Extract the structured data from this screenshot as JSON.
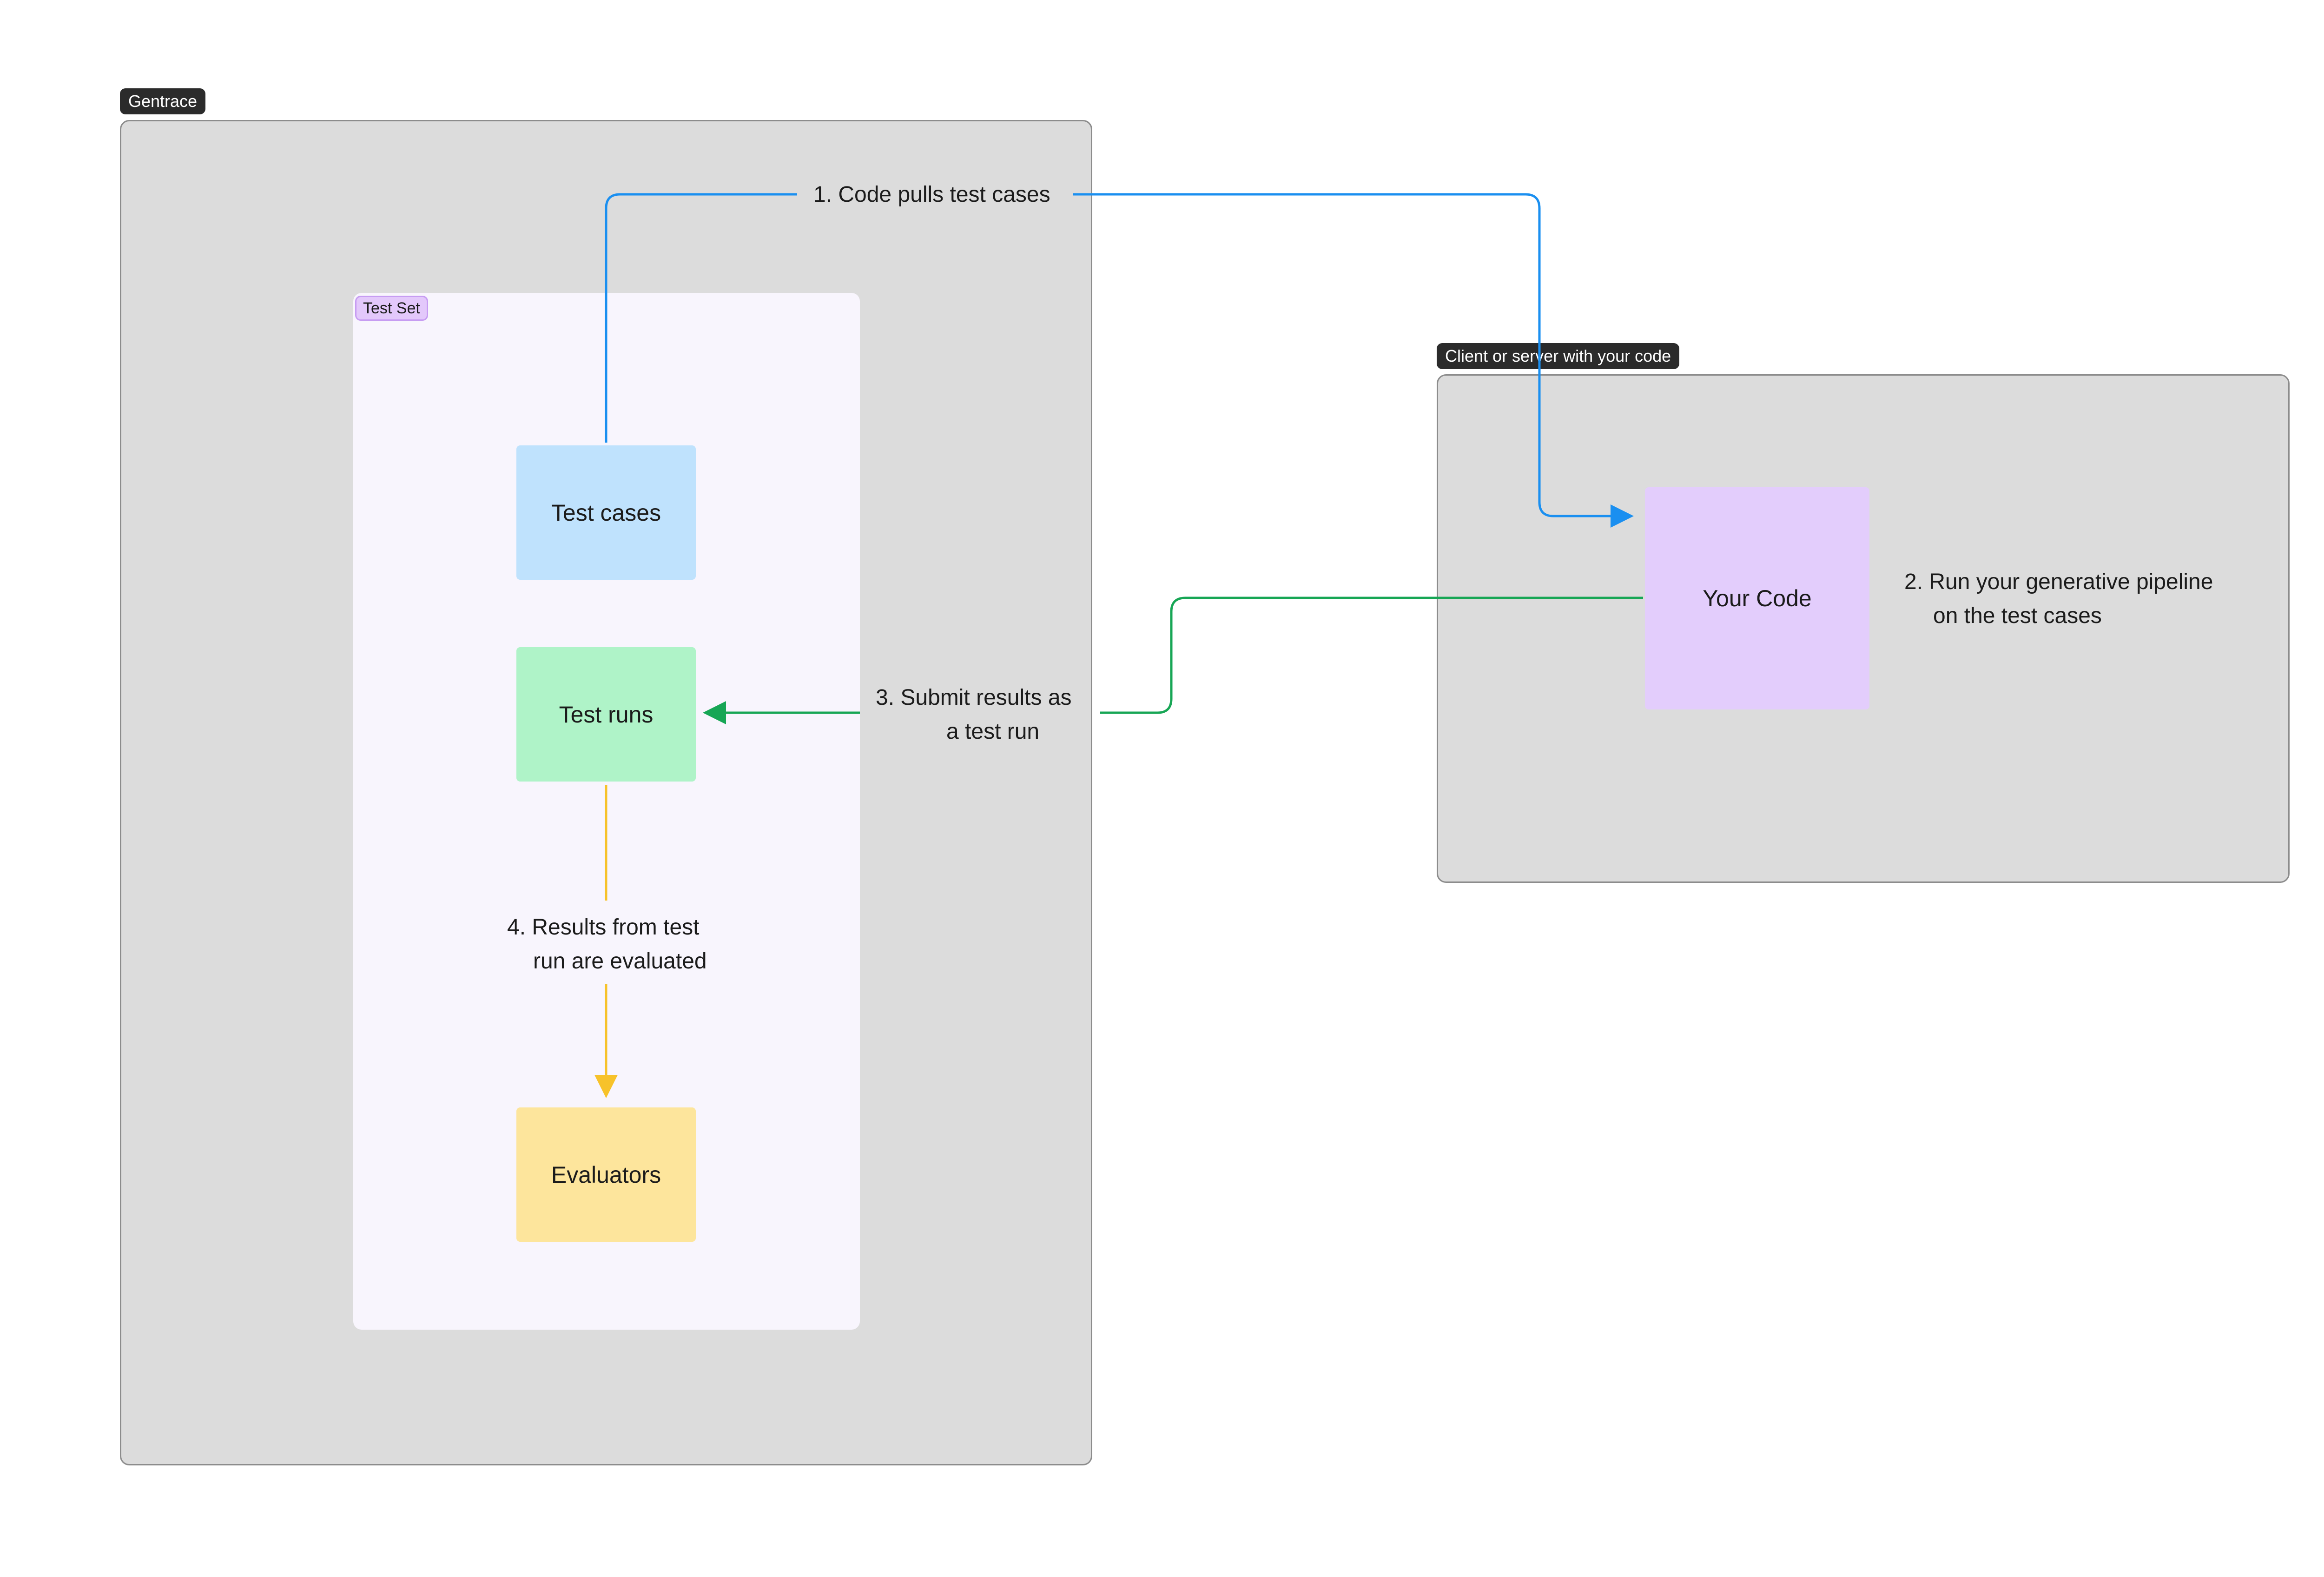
{
  "groups": {
    "gentrace": {
      "label": "Gentrace"
    },
    "client": {
      "label": "Client or server with your code"
    },
    "test_set": {
      "label": "Test Set"
    }
  },
  "nodes": {
    "test_cases": {
      "label": "Test cases",
      "color": "#bfe2fd"
    },
    "test_runs": {
      "label": "Test runs",
      "color": "#aff3c8"
    },
    "evaluators": {
      "label": "Evaluators",
      "color": "#fde59c"
    },
    "your_code": {
      "label": "Your Code",
      "color": "#e3cdfc"
    }
  },
  "steps": {
    "step1": {
      "number": "1.",
      "line1": "Code pulls test cases"
    },
    "step2": {
      "number": "2.",
      "line1": "Run your generative pipeline",
      "line2": "on the test cases"
    },
    "step3": {
      "number": "3.",
      "line1": "Submit results as",
      "line2": "a test run"
    },
    "step4": {
      "number": "4.",
      "line1": "Results from test",
      "line2": "run are evaluated"
    }
  },
  "edge_colors": {
    "pull": "#1a8ff0",
    "submit": "#17a655",
    "evaluate": "#f7c22a"
  }
}
